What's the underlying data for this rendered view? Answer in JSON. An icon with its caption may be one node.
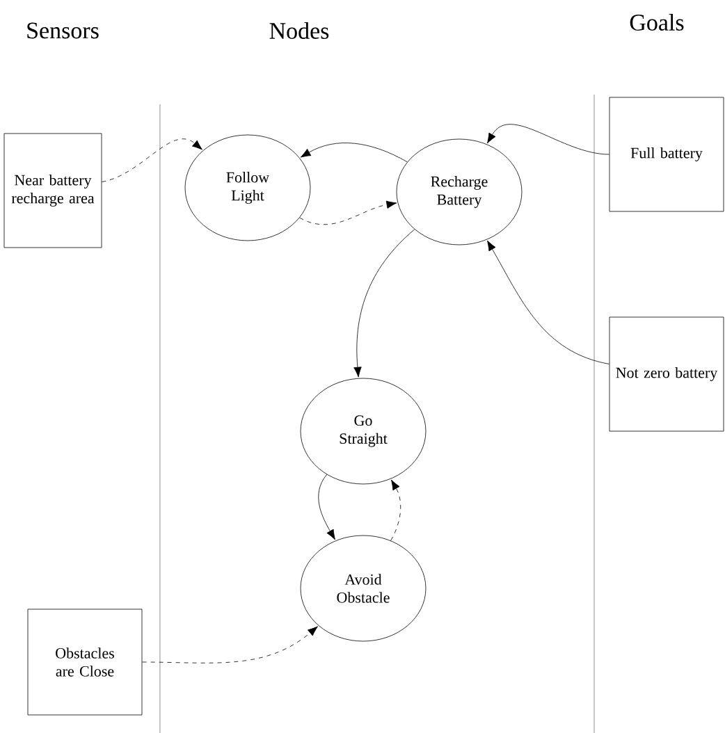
{
  "diagram": {
    "nodes": [
      {
        "text": [
          "Near battery recharge area"
        ]
      },
      {
        "text": [
          "Follow Light"
        ]
      },
      {
        "text": [
          "Recharge Battery"
        ]
      },
      {
        "text": [
          "Full battery"
        ]
      },
      {
        "text": [
          "Not zero battery"
        ]
      },
      {
        "text": [
          "Go Straight"
        ]
      },
      {
        "text": [
          "Avoid Obstacle"
        ]
      },
      {
        "text": [
          "Obstacles are Close"
        ]
      }
    ],
    "edges": [
      {
        "from": 0,
        "to": 1,
        "arrow": "to",
        "style": "dashed"
      },
      {
        "from": 2,
        "to": 1,
        "arrow": "to"
      },
      {
        "from": 1,
        "to": 2,
        "arrow": "to",
        "style": "dashed"
      },
      {
        "from": 3,
        "to": 2,
        "arrow": "to"
      },
      {
        "from": 4,
        "to": 2,
        "arrow": "to"
      },
      {
        "from": 2,
        "to": 5,
        "arrow": "to"
      },
      {
        "from": 5,
        "to": 6,
        "arrow": "to"
      },
      {
        "from": 6,
        "to": 5,
        "arrow": "to",
        "style": "dashed"
      },
      {
        "from": 7,
        "to": 6,
        "arrow": "to",
        "style": "dashed"
      }
    ],
    "labels": [
      "Sensors",
      "Nodes",
      "Goals"
    ]
  }
}
